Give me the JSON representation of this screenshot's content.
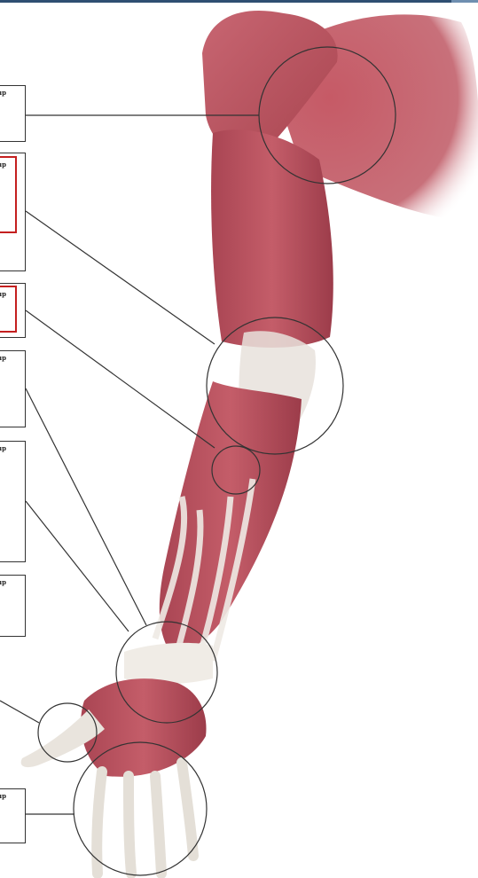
{
  "labels": [
    {
      "id": "box1",
      "text": "up",
      "selected": false
    },
    {
      "id": "box2",
      "text": "up",
      "selected": false
    },
    {
      "id": "box2-inner",
      "text": "up",
      "selected": true
    },
    {
      "id": "box3",
      "text": "up",
      "selected": true
    },
    {
      "id": "box4",
      "text": "up",
      "selected": false
    },
    {
      "id": "box5",
      "text": "up",
      "selected": false
    },
    {
      "id": "box6",
      "text": "up",
      "selected": false
    },
    {
      "id": "box7",
      "text": "up",
      "selected": false
    }
  ],
  "colors": {
    "muscle": "#b84f5b",
    "muscle_dark": "#8f3644",
    "muscle_light": "#d17c86",
    "tendon": "#eceae4",
    "outline": "#333333",
    "selected_border": "#c41f1f",
    "header_bar": "#2f4f72"
  }
}
